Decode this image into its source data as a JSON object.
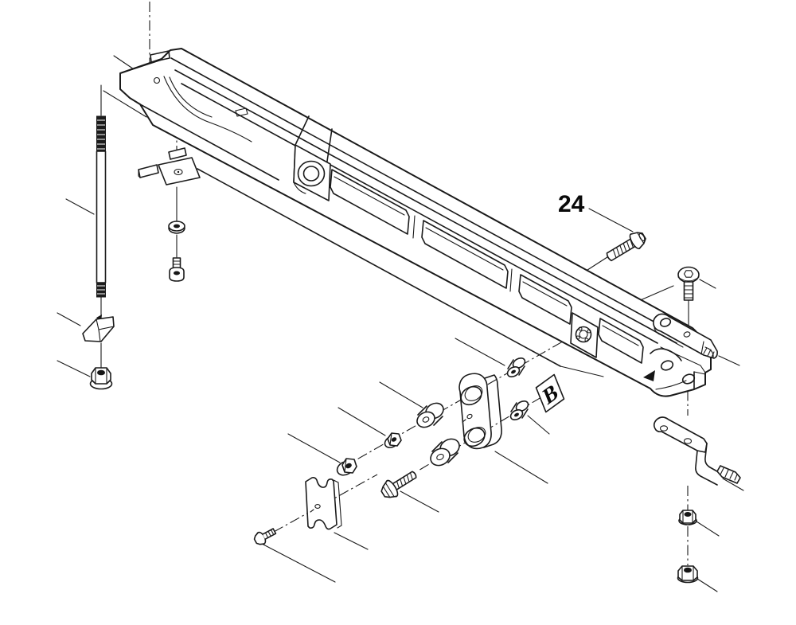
{
  "diagram": {
    "kind": "exploded-parts-diagram",
    "colors": {
      "background": "#ffffff",
      "line": "#1a1a1a",
      "label_text": "#0a0a0a"
    }
  },
  "callouts": {
    "part_number_label": "24",
    "detail_label": "B"
  },
  "parts": [
    "main-arm-beam",
    "threaded-stud-rod",
    "wedge-clip",
    "rod-flange-nut",
    "cable-clip-bracket",
    "clip-washer",
    "socket-head-bolt",
    "hex-flange-bolt-24",
    "button-head-screw",
    "strap-bracket",
    "z-bracket",
    "flange-nut-small",
    "flange-nut-large",
    "link-plate",
    "bushing-upper",
    "bushing-lower",
    "spacer-upper",
    "spacer-lower",
    "hex-nut-upper",
    "hex-flange-nut-lower",
    "hex-flange-bolt-center",
    "notched-plate",
    "flange-screw-small"
  ]
}
